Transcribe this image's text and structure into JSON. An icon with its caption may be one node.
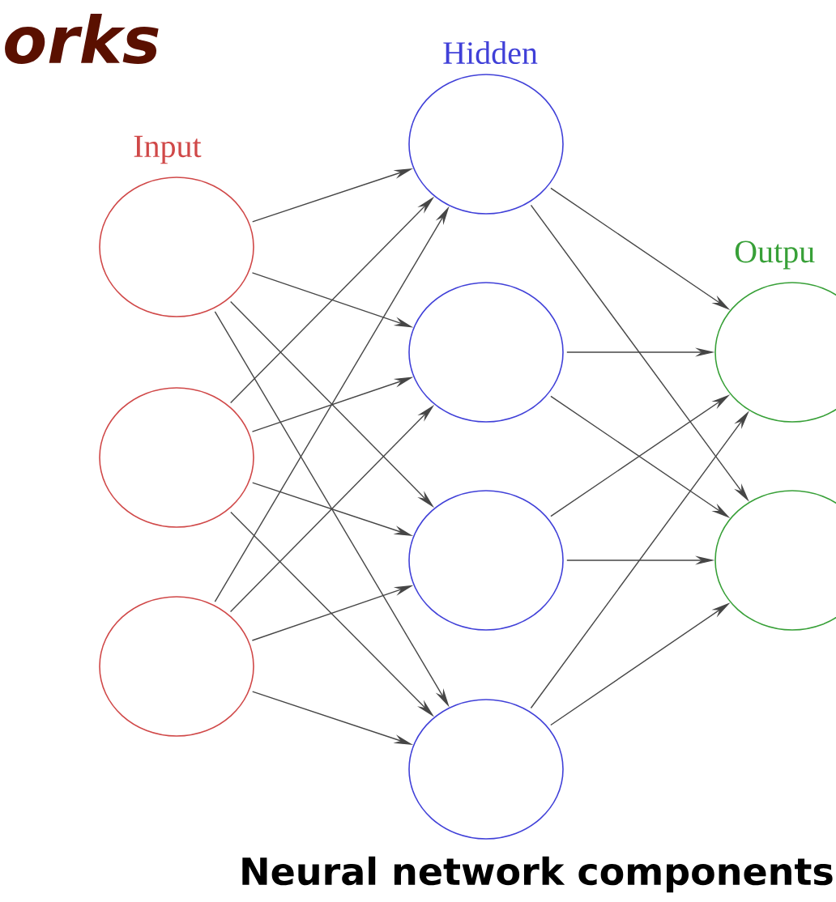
{
  "diagram": {
    "title": "orks",
    "caption": "Neural network components",
    "nodes": [
      {
        "text": [],
        "shape": "circle"
      },
      {
        "text": [],
        "shape": "circle"
      },
      {
        "text": [],
        "shape": "circle"
      },
      {
        "text": [],
        "shape": "circle"
      },
      {
        "text": [],
        "shape": "circle"
      },
      {
        "text": [],
        "shape": "circle"
      },
      {
        "text": [],
        "shape": "circle"
      },
      {
        "text": [],
        "shape": "circle"
      },
      {
        "text": [],
        "shape": "circle"
      }
    ],
    "edges": [
      {
        "from": 0,
        "to": 3,
        "arrow": "to"
      },
      {
        "from": 0,
        "to": 4,
        "arrow": "to"
      },
      {
        "from": 0,
        "to": 5,
        "arrow": "to"
      },
      {
        "from": 0,
        "to": 6,
        "arrow": "to"
      },
      {
        "from": 1,
        "to": 3,
        "arrow": "to"
      },
      {
        "from": 1,
        "to": 4,
        "arrow": "to"
      },
      {
        "from": 1,
        "to": 5,
        "arrow": "to"
      },
      {
        "from": 1,
        "to": 6,
        "arrow": "to"
      },
      {
        "from": 2,
        "to": 3,
        "arrow": "to"
      },
      {
        "from": 2,
        "to": 4,
        "arrow": "to"
      },
      {
        "from": 2,
        "to": 5,
        "arrow": "to"
      },
      {
        "from": 2,
        "to": 6,
        "arrow": "to"
      },
      {
        "from": 3,
        "to": 7,
        "arrow": "to"
      },
      {
        "from": 3,
        "to": 8,
        "arrow": "to"
      },
      {
        "from": 4,
        "to": 7,
        "arrow": "to"
      },
      {
        "from": 4,
        "to": 8,
        "arrow": "to"
      },
      {
        "from": 5,
        "to": 7,
        "arrow": "to"
      },
      {
        "from": 5,
        "to": 8,
        "arrow": "to"
      },
      {
        "from": 6,
        "to": 7,
        "arrow": "to"
      },
      {
        "from": 6,
        "to": 8,
        "arrow": "to"
      }
    ],
    "labels": [
      "Hidden",
      "Input",
      "Outpu"
    ]
  }
}
